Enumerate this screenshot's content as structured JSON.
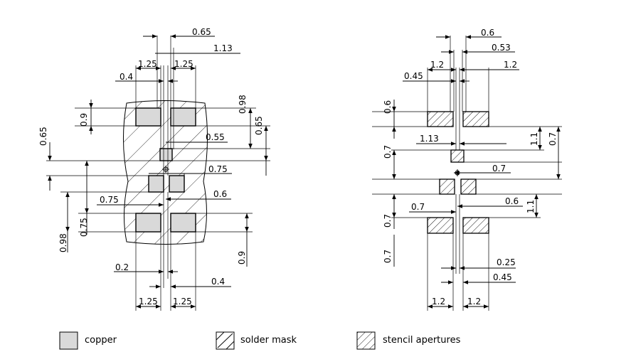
{
  "left_view": {
    "dims": {
      "d065_top": "0.65",
      "d113_top": "1.13",
      "d125_left": "1.25",
      "d125_right": "1.25",
      "d04_top": "0.4",
      "d09_left": "0.9",
      "d098_right": "0.98",
      "d065_right": "0.65",
      "d065_left": "0.65",
      "d055": "0.55",
      "d075_right": "0.75",
      "d075_mid": "0.75",
      "d06": "0.6",
      "d075_left": "0.75",
      "d098_left": "0.98",
      "d09_right": "0.9",
      "d02": "0.2",
      "d04_bottom": "0.4",
      "d125_bl": "1.25",
      "d125_br": "1.25"
    }
  },
  "right_view": {
    "dims": {
      "d06_top": "0.6",
      "d053": "0.53",
      "d12_tl": "1.2",
      "d12_tr": "1.2",
      "d045_top": "0.45",
      "d06_left": "0.6",
      "d113": "1.13",
      "d11_right": "1.1",
      "d07_right": "0.7",
      "d07_left1": "0.7",
      "d07_mid": "0.7",
      "d07_lower": "0.7",
      "d06_lower": "0.6",
      "d11_lower": "1.1",
      "d07_left2": "0.7",
      "d07_left3": "0.7",
      "d025": "0.25",
      "d045_bottom": "0.45",
      "d12_bl": "1.2",
      "d12_br": "1.2"
    }
  },
  "legend": {
    "copper": "copper",
    "solder_mask": "solder mask",
    "stencil": "stencil apertures"
  }
}
